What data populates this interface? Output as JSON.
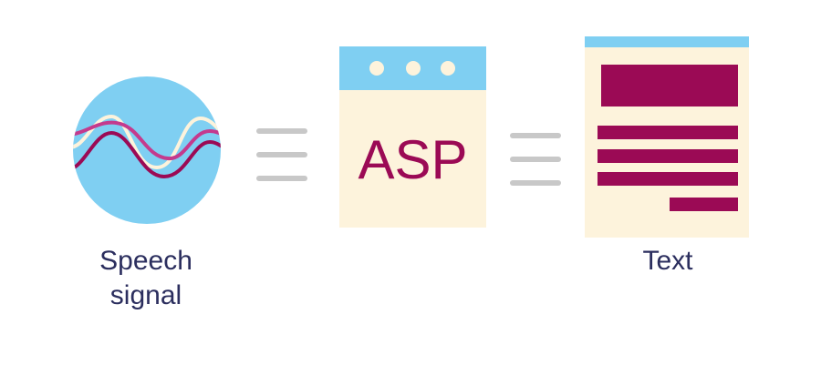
{
  "speech": {
    "label_line1": "Speech",
    "label_line2": "signal",
    "circle_color": "#7fcff2",
    "wave_colors": [
      "#fdf3dc",
      "#c43a8d",
      "#9b0a55"
    ]
  },
  "asp": {
    "label": "ASP",
    "window_bg": "#fdf3dc",
    "titlebar_color": "#7fcff2",
    "text_color": "#9b0a55"
  },
  "text_doc": {
    "label": "Text",
    "bg": "#fdf3dc",
    "block_color": "#9b0a55"
  },
  "colors": {
    "label_text": "#2b2e5e",
    "connector": "#c8c8c8"
  }
}
